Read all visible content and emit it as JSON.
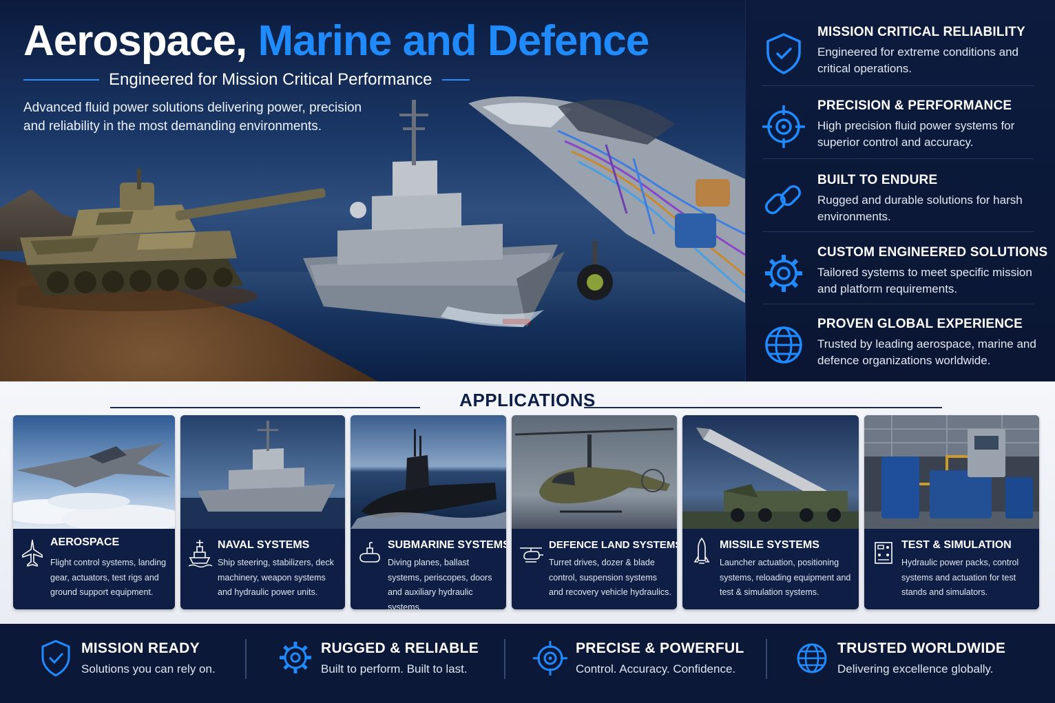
{
  "hero": {
    "title_part1": "Aerospace, ",
    "title_part2": "Marine and Defence",
    "subtitle": "Engineered for Mission Critical Performance",
    "intro": "Advanced fluid power solutions delivering power, precision and reliability in the most demanding environments."
  },
  "features": [
    {
      "title": "MISSION CRITICAL RELIABILITY",
      "desc": "Engineered for extreme conditions and critical operations.",
      "icon": "shield-check-icon"
    },
    {
      "title": "PRECISION & PERFORMANCE",
      "desc": "High precision fluid power systems for superior control and accuracy.",
      "icon": "crosshair-icon"
    },
    {
      "title": "BUILT TO ENDURE",
      "desc": "Rugged and durable solutions for harsh environments.",
      "icon": "chain-link-icon"
    },
    {
      "title": "CUSTOM ENGINEERED SOLUTIONS",
      "desc": "Tailored systems to meet specific mission and platform requirements.",
      "icon": "gear-icon"
    },
    {
      "title": "PROVEN GLOBAL EXPERIENCE",
      "desc": "Trusted by leading aerospace, marine and defence organizations worldwide.",
      "icon": "globe-icon"
    }
  ],
  "applications": {
    "heading": "APPLICATIONS",
    "cards": [
      {
        "title": "AEROSPACE",
        "desc": "Flight control systems, landing gear, actuators, test rigs and ground support equipment.",
        "icon": "plane-icon"
      },
      {
        "title": "NAVAL SYSTEMS",
        "desc": "Ship steering, stabilizers, deck machinery, weapon systems and hydraulic power units.",
        "icon": "ship-icon"
      },
      {
        "title": "SUBMARINE SYSTEMS",
        "desc": "Diving planes, ballast systems, periscopes, doors and auxiliary hydraulic systems.",
        "icon": "submarine-icon"
      },
      {
        "title": "DEFENCE LAND SYSTEMS",
        "desc": "Turret drives, dozer & blade control, suspension systems and recovery vehicle hydraulics.",
        "icon": "helicopter-icon"
      },
      {
        "title": "MISSILE SYSTEMS",
        "desc": "Launcher actuation, positioning systems, reloading equipment and test & simulation systems.",
        "icon": "missile-icon"
      },
      {
        "title": "TEST & SIMULATION",
        "desc": "Hydraulic power packs, control systems and actuation for test stands and simulators.",
        "icon": "control-panel-icon"
      }
    ]
  },
  "strip": [
    {
      "title": "MISSION READY",
      "desc": "Solutions you can rely on.",
      "icon": "shield-check-icon"
    },
    {
      "title": "RUGGED & RELIABLE",
      "desc": "Built to perform. Built to last.",
      "icon": "gear-icon"
    },
    {
      "title": "PRECISE & POWERFUL",
      "desc": "Control. Accuracy. Confidence.",
      "icon": "crosshair-icon"
    },
    {
      "title": "TRUSTED WORLDWIDE",
      "desc": "Delivering excellence globally.",
      "icon": "globe-icon"
    }
  ],
  "colors": {
    "accent": "#1f8bff",
    "navy": "#0b1838",
    "panel": "#0e1e44"
  }
}
